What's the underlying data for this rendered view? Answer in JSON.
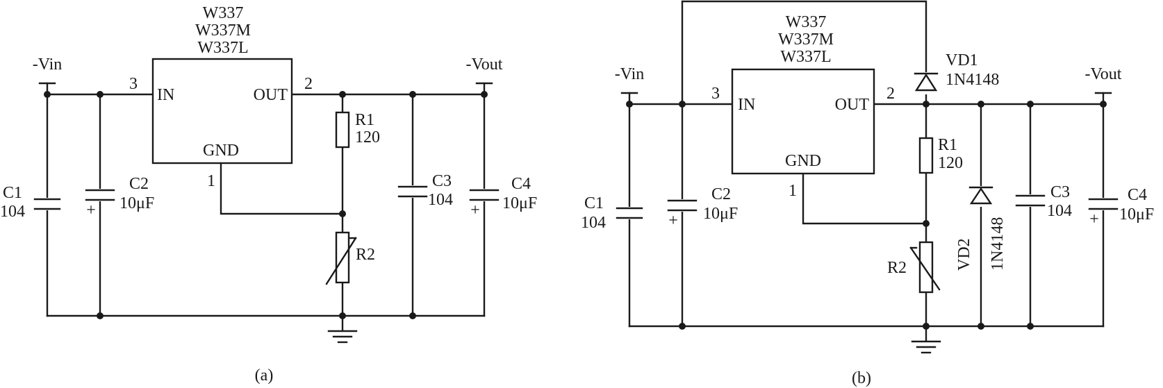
{
  "circuit_a": {
    "chip_names": [
      "W337",
      "W337M",
      "W337L"
    ],
    "pin_in": "IN",
    "pin_out": "OUT",
    "pin_gnd": "GND",
    "pin_num_in": "3",
    "pin_num_out": "2",
    "pin_num_gnd": "1",
    "vin_label": "-Vin",
    "vout_label": "-Vout",
    "c1_name": "C1",
    "c1_value": "104",
    "c2_name": "C2",
    "c2_value": "10μF",
    "c3_name": "C3",
    "c3_value": "104",
    "c4_name": "C4",
    "c4_value": "10μF",
    "r1_name": "R1",
    "r1_value": "120",
    "r2_name": "R2",
    "plus_sign": "+",
    "caption": "(a)"
  },
  "circuit_b": {
    "chip_names": [
      "W337",
      "W337M",
      "W337L"
    ],
    "pin_in": "IN",
    "pin_out": "OUT",
    "pin_gnd": "GND",
    "pin_num_in": "3",
    "pin_num_out": "2",
    "pin_num_gnd": "1",
    "vin_label": "-Vin",
    "vout_label": "-Vout",
    "c1_name": "C1",
    "c1_value": "104",
    "c2_name": "C2",
    "c2_value": "10μF",
    "c3_name": "C3",
    "c3_value": "104",
    "c4_name": "C4",
    "c4_value": "10μF",
    "r1_name": "R1",
    "r1_value": "120",
    "r2_name": "R2",
    "vd1_name": "VD1",
    "vd1_value": "1N4148",
    "vd2_name": "VD2",
    "vd2_value": "1N4148",
    "plus_sign": "+",
    "caption": "(b)"
  }
}
